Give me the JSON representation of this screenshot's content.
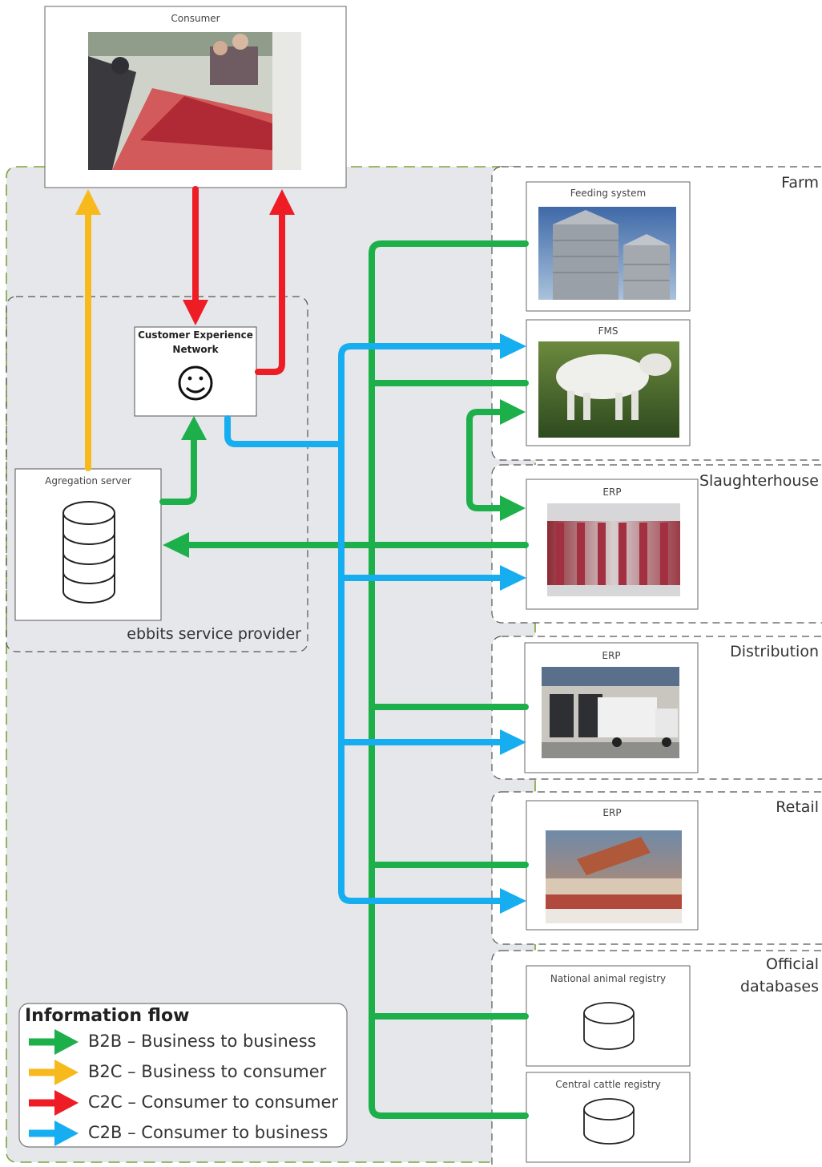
{
  "consumer": {
    "label": "Consumer"
  },
  "cen": {
    "label_line1": "Customer Experience",
    "label_line2": "Network"
  },
  "aggregation": {
    "label": "Agregation server"
  },
  "provider": {
    "label": "ebbits service provider"
  },
  "sections": {
    "farm": "Farm",
    "slaughterhouse": "Slaughterhouse",
    "distribution": "Distribution",
    "retail": "Retail",
    "official_line1": "Official",
    "official_line2": "databases"
  },
  "systems": {
    "feeding": "Feeding system",
    "fms": "FMS",
    "erp_slaughter": "ERP",
    "erp_distribution": "ERP",
    "erp_retail": "ERP",
    "national_registry": "National animal registry",
    "central_registry": "Central cattle registry"
  },
  "legend": {
    "title": "Information flow",
    "items": [
      {
        "label": "B2B – Business to business",
        "color": "#1db04a"
      },
      {
        "label": "B2C – Business to consumer",
        "color": "#f7b91b"
      },
      {
        "label": "C2C – Consumer to consumer",
        "color": "#ee1c24"
      },
      {
        "label": "C2B – Consumer to business",
        "color": "#16aef0"
      }
    ]
  },
  "colors": {
    "b2b": "#1db04a",
    "b2c": "#f7b91b",
    "c2c": "#ee1c24",
    "c2b": "#16aef0",
    "panel": "#e5e7ea"
  }
}
